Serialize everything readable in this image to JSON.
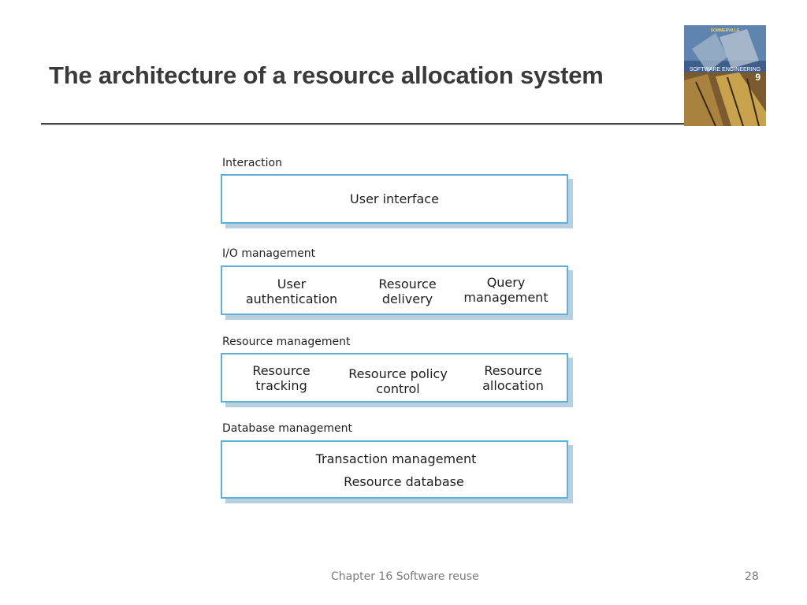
{
  "slide": {
    "title": "The architecture of a resource allocation system",
    "footer_text": "Chapter 16 Software reuse",
    "page_number": "28"
  },
  "book_cover": {
    "publisher_text": "SOMMERVILLE",
    "title_text": "SOFTWARE ENGINEERING",
    "edition_text": "9"
  },
  "layers": [
    {
      "label": "Interaction",
      "components": [
        "User interface"
      ]
    },
    {
      "label": "I/O management",
      "components": [
        "User\nauthentication",
        "Resource\ndelivery",
        "Query\nmanagement"
      ]
    },
    {
      "label": "Resource management",
      "components": [
        "Resource\ntracking",
        "Resource policy\ncontrol",
        "Resource\nallocation"
      ]
    },
    {
      "label": "Database management",
      "components": [
        "Transaction management",
        "Resource database"
      ]
    }
  ],
  "colors": {
    "box_border": "#5fb0d6",
    "box_shadow": "#b9cfe0",
    "title_text": "#3a3a3a"
  }
}
